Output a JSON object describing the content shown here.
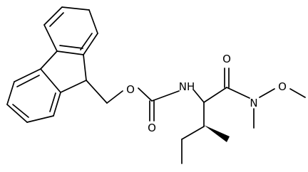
{
  "molecule": {
    "atoms": {
      "o_ester": "O",
      "o_carbonyl": "O",
      "nh": "NH",
      "o_amide": "O",
      "n_amide": "N",
      "o_methoxy": "O"
    }
  },
  "colors": {
    "bond": "#000000",
    "label": "#000000",
    "background": "#ffffff"
  }
}
